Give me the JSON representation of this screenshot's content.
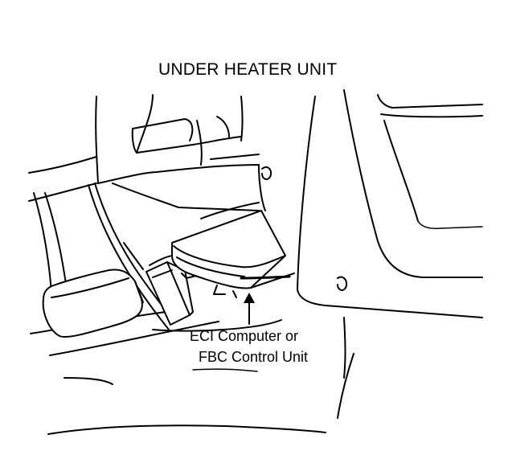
{
  "diagram": {
    "title": "UNDER HEATER UNIT",
    "callout_line1": "ECI Computer or",
    "callout_line2": "FBC Control Unit",
    "line_color": "#000000",
    "background": "#ffffff"
  }
}
